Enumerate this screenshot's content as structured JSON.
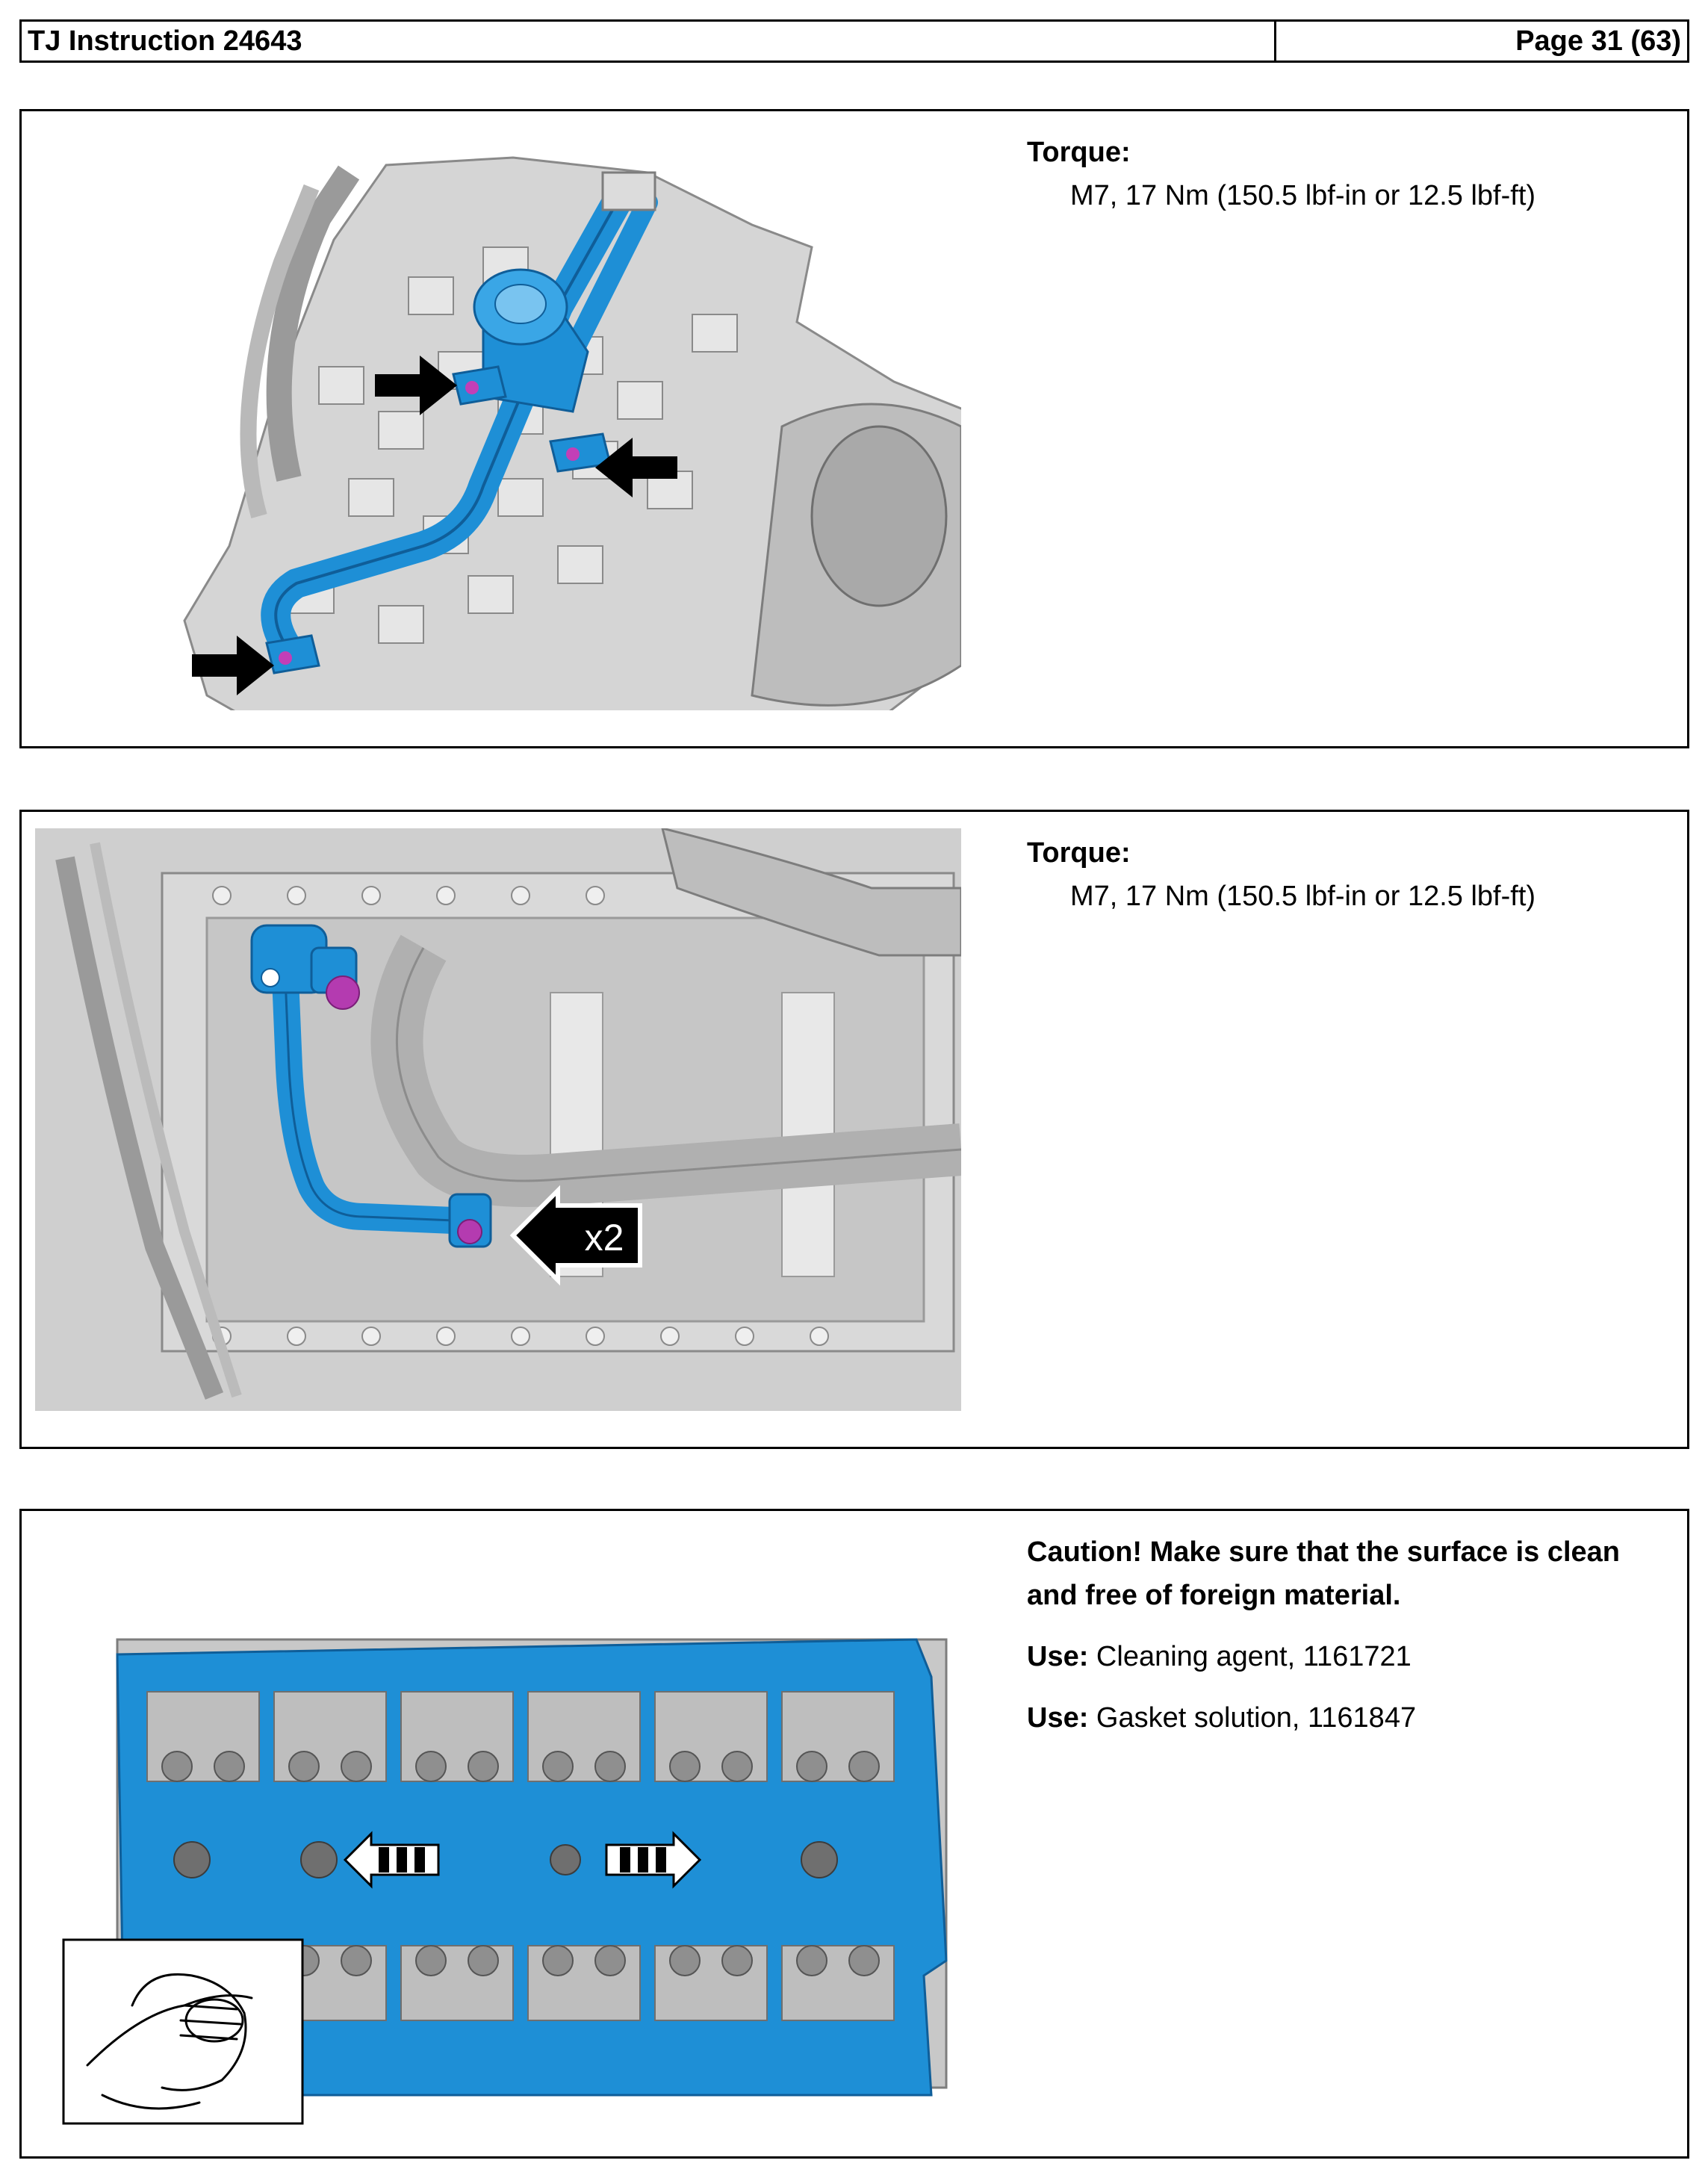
{
  "header": {
    "title": "TJ Instruction 24643",
    "page": "Page 31 (63)"
  },
  "steps": [
    {
      "torque_label": "Torque:",
      "torque_value": "M7,  17 Nm (150.5 lbf-in or 12.5 lbf-ft)",
      "figure": "engine-pipe-three-bolts"
    },
    {
      "torque_label": "Torque:",
      "torque_value": "M7,  17 Nm (150.5 lbf-in or 12.5 lbf-ft)",
      "figure": "engine-pipe-two-bolts",
      "callout": "x2"
    },
    {
      "caution": "Caution!  Make sure that the surface is clean and free of foreign material.",
      "use_items": [
        {
          "label": "Use:",
          "value": " Cleaning agent, 1161721"
        },
        {
          "label": "Use:",
          "value": " Gasket solution, 1161847"
        }
      ],
      "figure": "cylinder-head-gasket-surface"
    }
  ],
  "colors": {
    "part_blue": "#1e8fd6",
    "bolt_magenta": "#c23fb7",
    "engine_gray": "#c9c9c9"
  }
}
